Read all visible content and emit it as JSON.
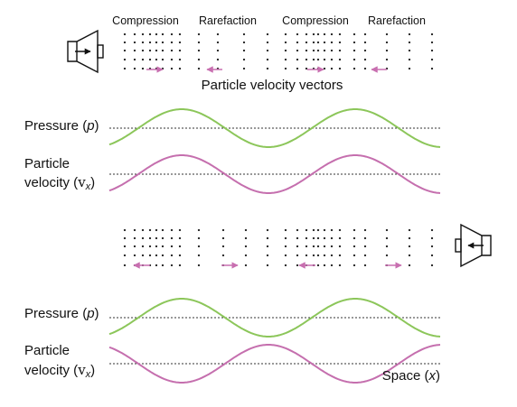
{
  "top_labels": [
    "Compression",
    "Rarefaction",
    "Compression",
    "Rarefaction"
  ],
  "particle_velocity_title": "Particle velocity vectors",
  "pressure_label": {
    "prefix": "Pressure (",
    "symbol": "p",
    "suffix": ")"
  },
  "velocity_label": {
    "line1": "Particle",
    "line2_prefix": "velocity (",
    "symbol": "v",
    "subscript": "x",
    "suffix": ")"
  },
  "space_label": {
    "prefix": "Space (",
    "symbol": "x",
    "suffix": ")"
  },
  "colors": {
    "pressure": "#8cc65a",
    "velocity": "#c56fae",
    "arrow": "#c86fb0",
    "text": "#111111",
    "dots": "#222222"
  },
  "icons": [
    "speaker-right-icon",
    "speaker-left-icon"
  ]
}
